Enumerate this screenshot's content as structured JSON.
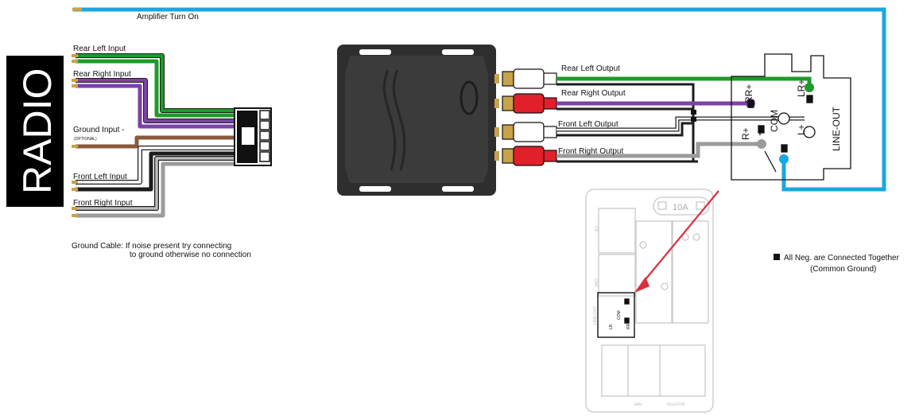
{
  "radio_label": "RADIO",
  "amp_turn_on_label": "Amplifier Turn On",
  "inputs": {
    "rear_left": "Rear Left Input",
    "rear_right": "Rear Right Input",
    "ground": "Ground Input -",
    "ground_note": "(OPTIONAL)",
    "front_left": "Front Left Input",
    "front_right": "Front Right Input"
  },
  "outputs": {
    "rear_left": "Rear Left Output",
    "rear_right": "Rear Right Output",
    "front_left": "Front Left Output",
    "front_right": "Front Right Output"
  },
  "ground_cable_note": {
    "line1": "Ground Cable: If noise present try connecting",
    "line2": "to ground otherwise no connection"
  },
  "terminal_labels": {
    "rr_plus": "RR+",
    "lr_plus": "LR+",
    "com": "COM",
    "rf_plus": "R+",
    "lf_plus": "L+",
    "line_out": "LINE-OUT"
  },
  "fuse_label": "10A",
  "legend": {
    "line1": "All Neg. are Connected Together",
    "line2": "(Common Ground)"
  },
  "module_small_labels": {
    "line_out": "LINE-OUT",
    "com": "COM",
    "lr": "LR",
    "rr": "RR",
    "can": "CAN",
    "cd": "CD",
    "aav": "AAV",
    "telefon": "TELEFON"
  },
  "colors": {
    "blue": "#1aa7e0",
    "green": "#1f9a2a",
    "purple": "#7b42a8",
    "brown": "#8a5a3b",
    "black": "#1c1c1c",
    "gray": "#9b9b9b",
    "red": "#e0202a",
    "arrow": "#d9303e"
  }
}
